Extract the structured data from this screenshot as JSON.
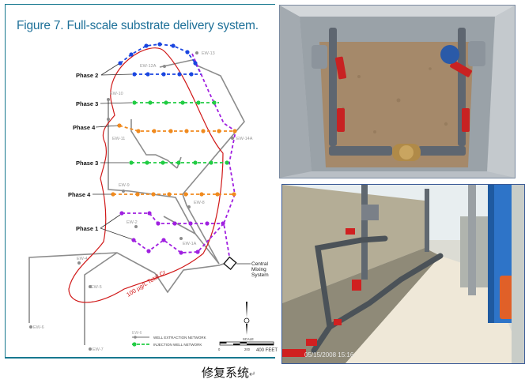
{
  "figure": {
    "title": "Figure 7. Full-scale substrate delivery system.",
    "phase_labels": [
      "Phase 2",
      "Phase 3",
      "Phase 4",
      "Phase 3",
      "Phase 4",
      "Phase 1"
    ],
    "wells": [
      "EW-13",
      "EW-12A",
      "EW-10",
      "EW-11",
      "EW-14A",
      "EW-9",
      "EW-8",
      "EW-2",
      "EW-1A",
      "EW-4",
      "EW-5",
      "EW-6",
      "EW-7"
    ],
    "plume_label": "100 µg/L Total Cr",
    "mixing_label": [
      "Central",
      "Mixing",
      "System"
    ],
    "legend": {
      "sample_well": "EW-6",
      "extraction": "WELL EXTRACTION NETWORK",
      "injection": "INJECTION WELL NETWORK"
    },
    "scale": {
      "title": "SCALE",
      "ticks": [
        "0",
        "200",
        "400 FEET"
      ]
    },
    "colors": {
      "frame": "#17788f",
      "title": "#1f7199",
      "phase1": "#a020e0",
      "phase2": "#1a46e0",
      "phase3": "#22cc44",
      "phase4": "#f08a1e",
      "extraction": "#8c8c8c",
      "plume": "#d01818"
    }
  },
  "photos": {
    "top": {
      "subject": "valve-box"
    },
    "bottom": {
      "timestamp": "05/15/2008 15:16"
    }
  },
  "caption": {
    "text": "修复系统",
    "mark": "↵"
  }
}
